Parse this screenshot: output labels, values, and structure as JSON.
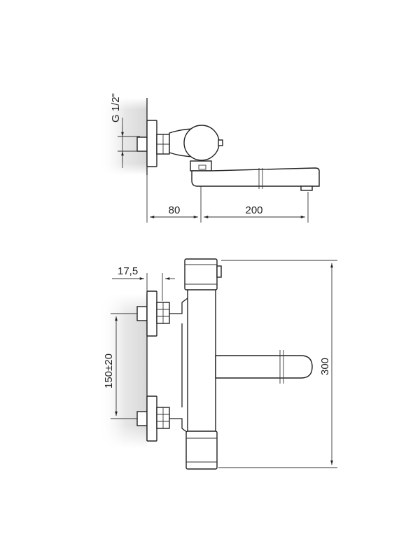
{
  "diagram": {
    "side_view": {
      "thread_label": "G 1/2\"",
      "depth_label": "80",
      "spout_label": "200"
    },
    "front_view": {
      "offset_label": "17,5",
      "spacing_label": "150±20",
      "height_label": "300"
    }
  }
}
